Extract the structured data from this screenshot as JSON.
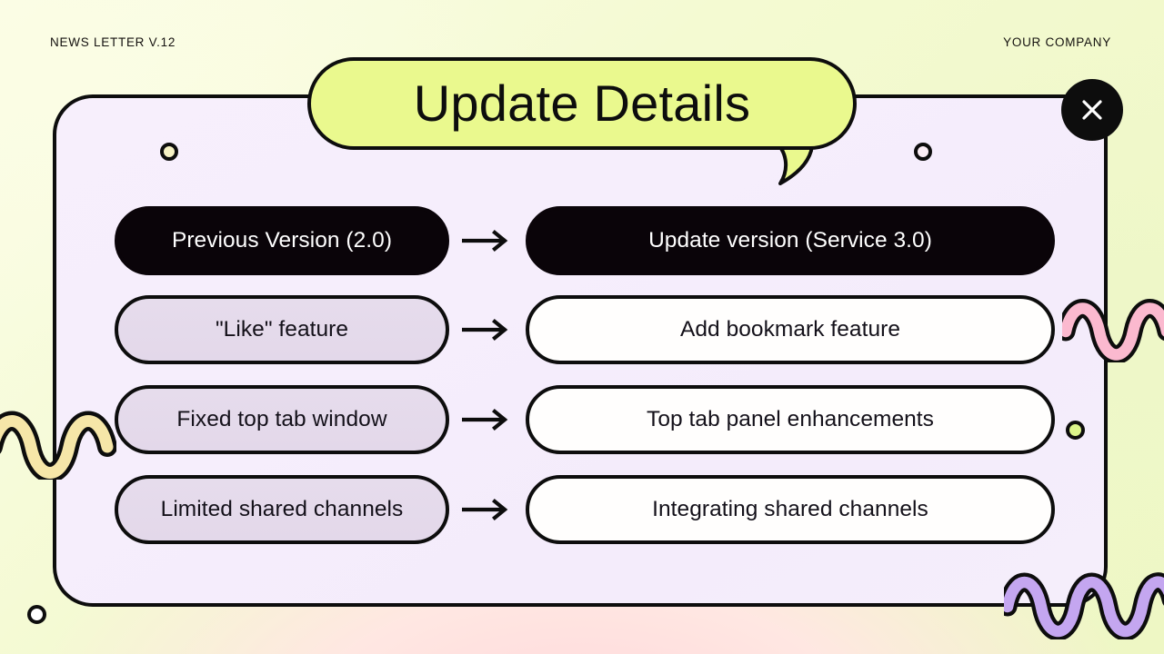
{
  "header": {
    "left_label": "NEWS LETTER V.12",
    "right_label": "YOUR COMPANY"
  },
  "title": {
    "text": "Update Details"
  },
  "close_button": {
    "label": "Close",
    "icon": "close-icon"
  },
  "comparison": {
    "arrow_glyph": "arrow-right-icon",
    "rows": [
      {
        "before": "Previous Version (2.0)",
        "after": "Update version (Service 3.0)",
        "style": "dark"
      },
      {
        "before": "\"Like\" feature",
        "after": "Add bookmark feature",
        "style": "muted"
      },
      {
        "before": "Fixed top tab window",
        "after": "Top tab panel enhancements",
        "style": "muted"
      },
      {
        "before": "Limited shared channels",
        "after": "Integrating shared channels",
        "style": "muted"
      }
    ]
  },
  "decorations": {
    "dots": [
      {
        "name": "dot-cream",
        "fill": "#f6f2c4"
      },
      {
        "name": "dot-pink",
        "fill": "#fbeef5"
      },
      {
        "name": "dot-lime",
        "fill": "#dcf58a"
      },
      {
        "name": "dot-white",
        "fill": "#ffffff"
      }
    ],
    "squiggles": [
      {
        "name": "squiggle-yellow",
        "fill": "#f6e6a8"
      },
      {
        "name": "squiggle-pink",
        "fill": "#fbb9cf"
      },
      {
        "name": "squiggle-purple",
        "fill": "#c4a6f0"
      }
    ]
  },
  "palette": {
    "title_bubble": "#eaf98e",
    "panel": "#f5edfb",
    "ink": "#0d0d0d",
    "page_background": "#f4fad2"
  }
}
